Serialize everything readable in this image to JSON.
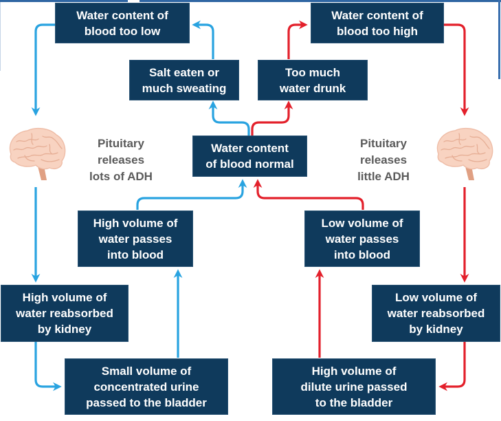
{
  "diagram": {
    "title": "Control of blood water content by ADH",
    "colors": {
      "box_fill": "#0f3a5c",
      "box_text": "#ffffff",
      "low_path": "#29a3e0",
      "high_path": "#e3202b",
      "label_text": "#5a5a5a",
      "brain": "#f6cdb8"
    },
    "center": {
      "text": "Water content\nof blood normal"
    },
    "low_branch": {
      "cause": "Salt eaten or\nmuch sweating",
      "state": "Water content of\nblood too low",
      "pituitary": "Pituitary\nreleases\nlots of ADH",
      "kidney": "High volume of\nwater reabsorbed\nby kidney",
      "urine": "Small volume of\nconcentrated urine\npassed to the bladder",
      "blood": "High volume of\nwater passes\ninto blood"
    },
    "high_branch": {
      "cause": "Too much\nwater drunk",
      "state": "Water content of\nblood too high",
      "pituitary": "Pituitary\nreleases\nlittle ADH",
      "kidney": "Low volume of\nwater reabsorbed\nby kidney",
      "urine": "High volume of\ndilute urine passed\nto the bladder",
      "blood": "Low volume of\nwater passes\ninto blood"
    },
    "icons": {
      "brain_left": "brain-icon",
      "brain_right": "brain-icon"
    }
  }
}
